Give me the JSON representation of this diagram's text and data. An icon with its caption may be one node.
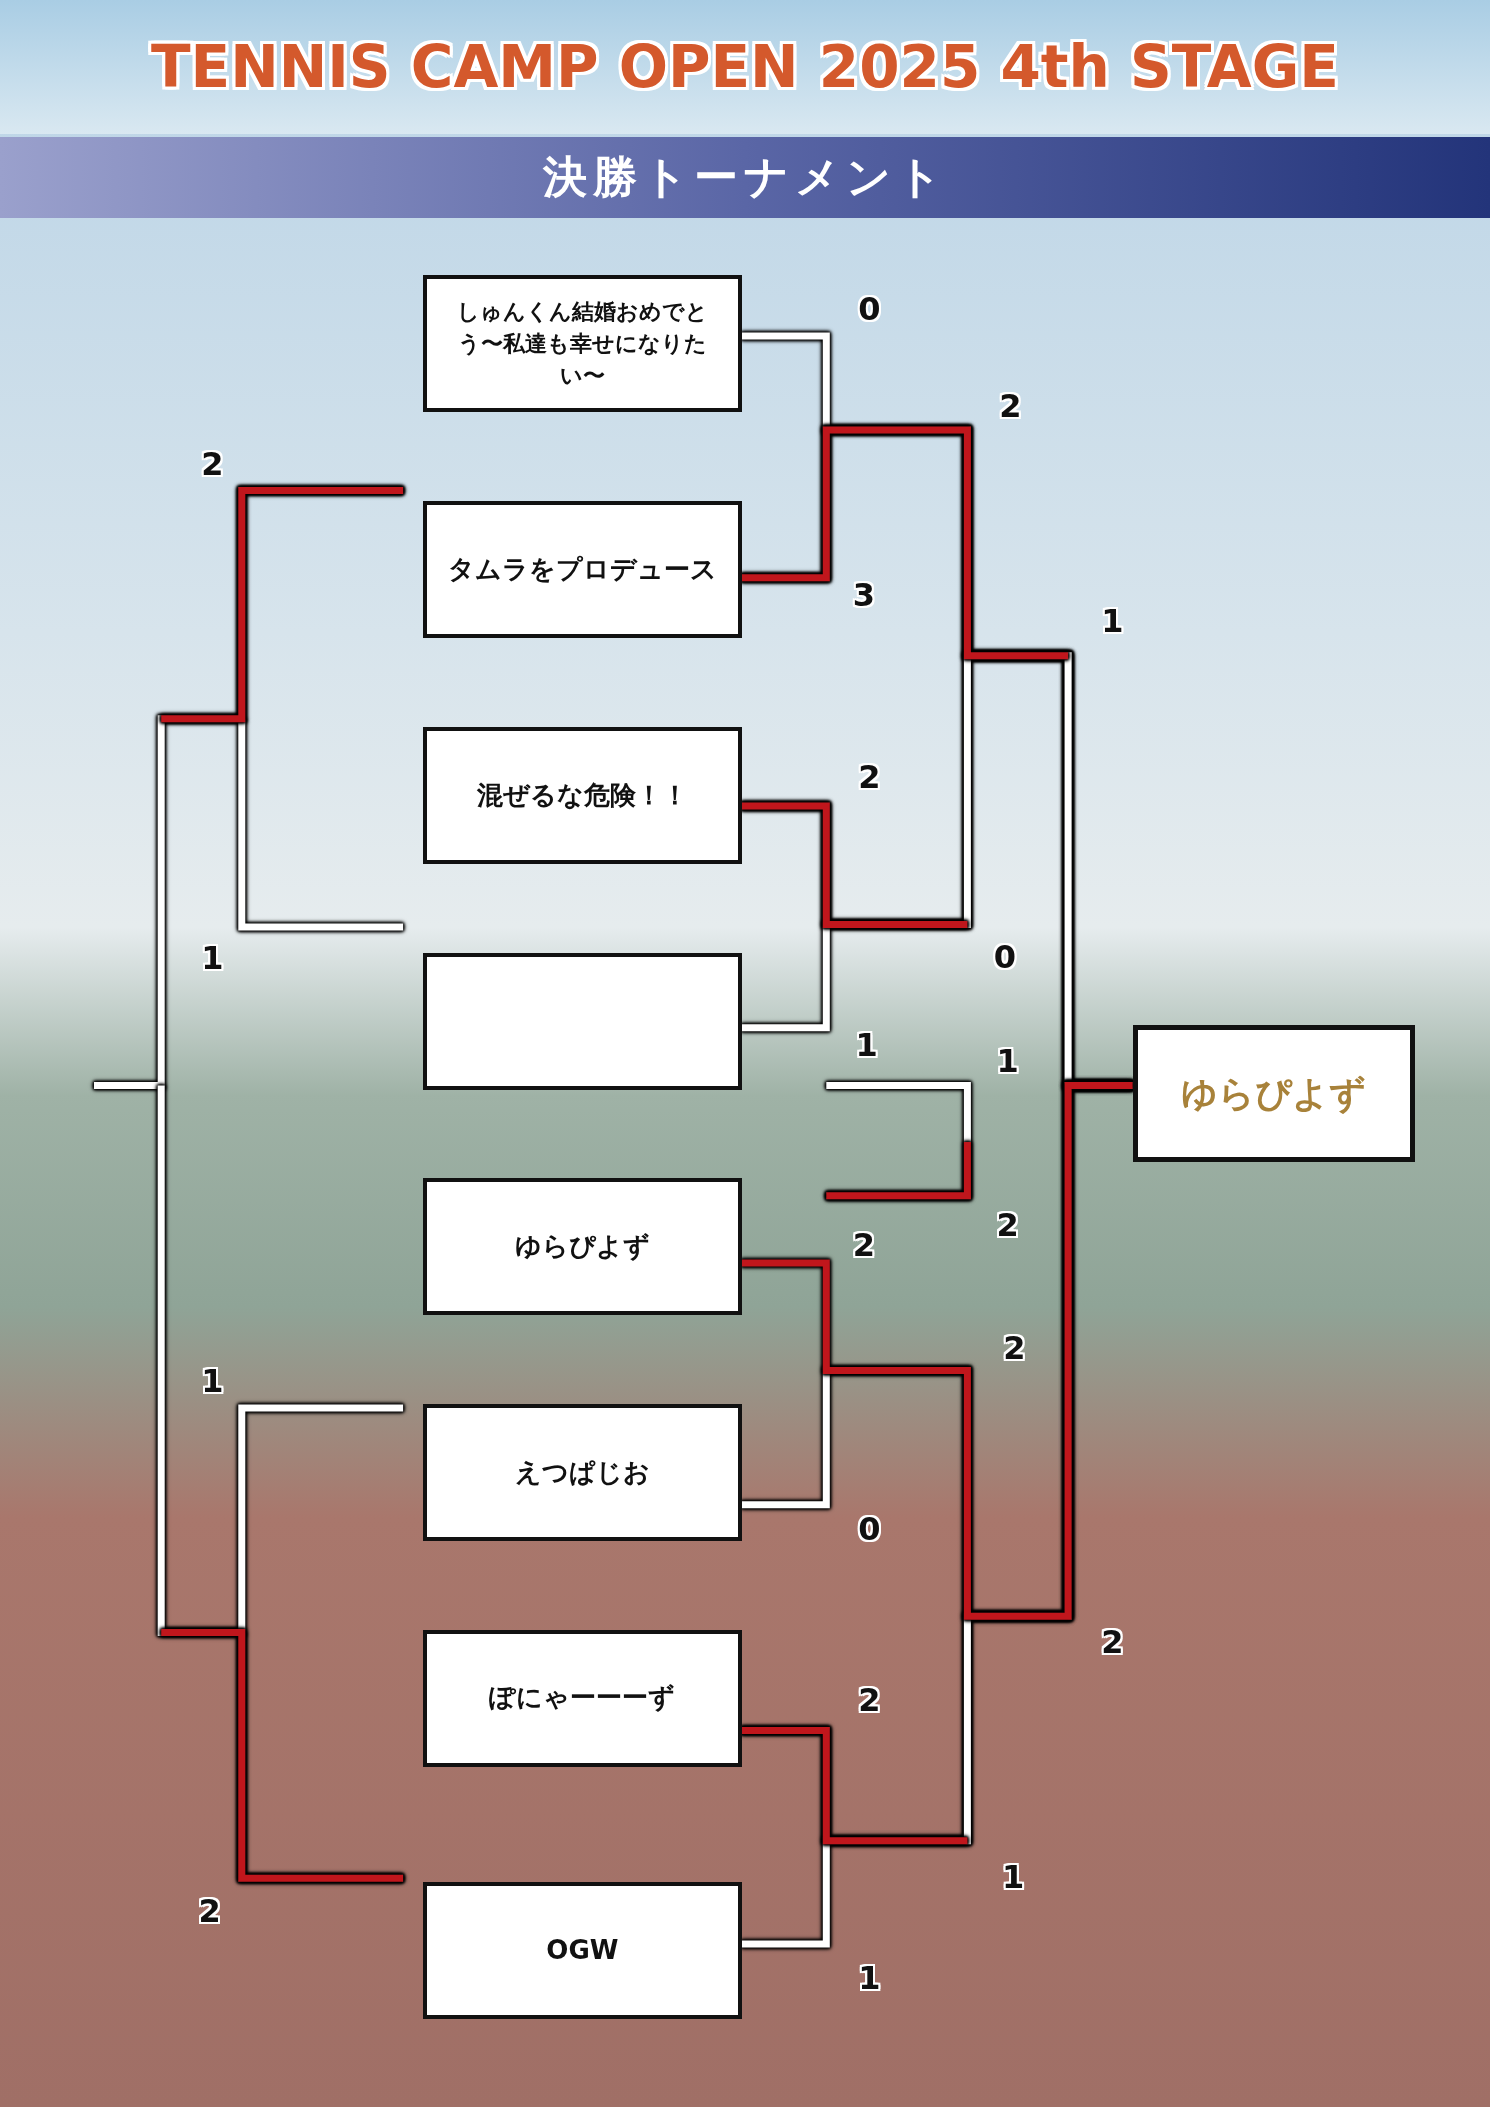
{
  "diagram": {
    "title": "TENNIS CAMP OPEN 2025 4th STAGE",
    "nodes": [
      {
        "text": [
          "しゅんくん結婚おめでとう〜私達も幸せになりたい〜"
        ]
      },
      {
        "text": [
          "タムラをプロデュース"
        ]
      },
      {
        "text": [
          "混ぜるな危険！！"
        ]
      },
      {
        "text": [],
        "shape": "box"
      },
      {
        "text": [
          "ゆらぴよず"
        ]
      },
      {
        "text": [
          "えつぱじお"
        ]
      },
      {
        "text": [
          "ぽにゃーーーず"
        ]
      },
      {
        "text": [
          "OGW"
        ]
      },
      {
        "text": [
          "ゆらぴよず"
        ]
      }
    ],
    "edges": [
      {
        "from": 0,
        "to": 8,
        "arrow": "none"
      },
      {
        "from": 1,
        "to": 8,
        "arrow": "none"
      },
      {
        "from": 2,
        "to": 8,
        "arrow": "none"
      },
      {
        "from": 3,
        "to": 8,
        "arrow": "none"
      },
      {
        "from": 4,
        "to": 8,
        "arrow": "none",
        "color": "#c0161c"
      },
      {
        "from": 5,
        "to": 8,
        "arrow": "none"
      },
      {
        "from": 6,
        "to": 8,
        "arrow": "none"
      },
      {
        "from": 7,
        "to": 8,
        "arrow": "none"
      }
    ],
    "labels": [
      "決勝トーナメント",
      "0",
      "2",
      "2",
      "3",
      "1",
      "2",
      "0",
      "1",
      "1",
      "1",
      "2",
      "2",
      "2",
      "1",
      "0",
      "2",
      "2",
      "1",
      "2",
      "1"
    ]
  }
}
